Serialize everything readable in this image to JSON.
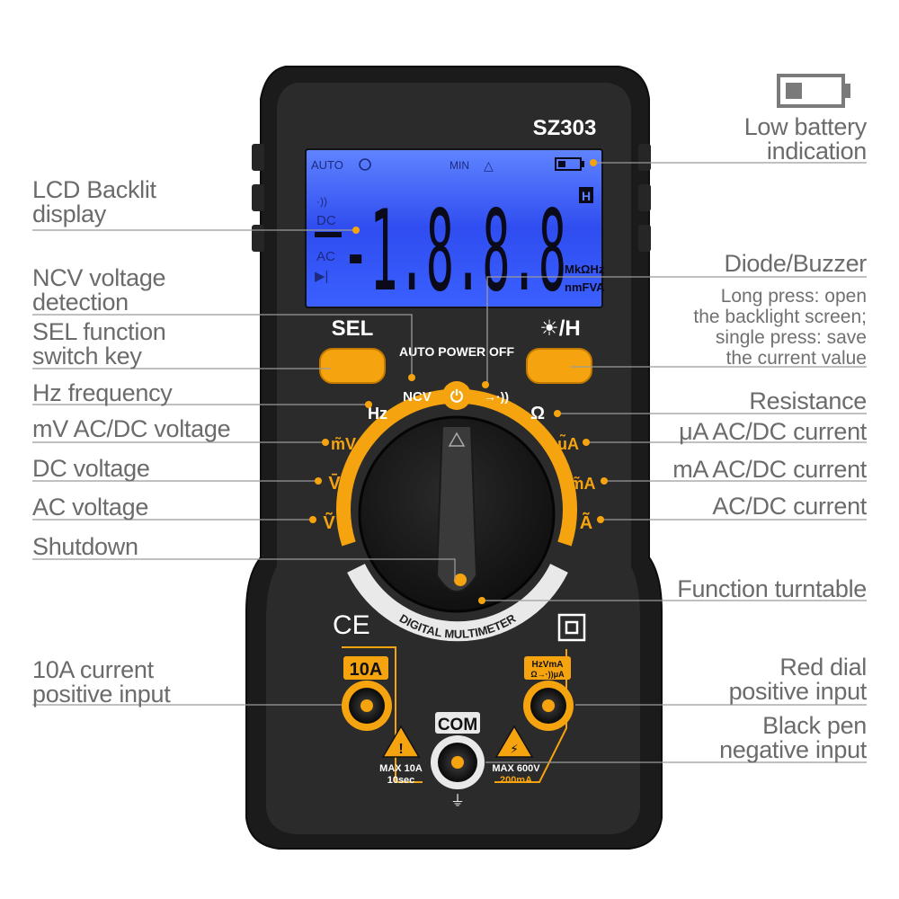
{
  "model": "SZ303",
  "lcd": {
    "auto": "AUTO",
    "min": "MIN",
    "delta": "△",
    "digits": "-1.8.8.8",
    "hold": "H",
    "buzzer": "·))",
    "dc": "DC",
    "ac": "AC",
    "units_top": "MkΩHz",
    "units_bottom": "nmFVA"
  },
  "panel": {
    "sel": "SEL",
    "backlight_hold": "☀/H",
    "auto_power_off": "AUTO POWER OFF",
    "ring_text": "DIGITAL MULTIMETER",
    "ce": "CE",
    "com": "COM",
    "jack_10a": "10A",
    "jack_right_line1": "HzVmA",
    "jack_right_line2": "Ω→·))μA",
    "max10a_line1": "MAX 10A",
    "max10a_line2": "10sec",
    "max600v_line1": "MAX 600V",
    "max600v_line2": "200mA"
  },
  "dial": {
    "ncv": "NCV",
    "hz": "Hz",
    "mv": "m̃V",
    "dcv": "V̄",
    "acv": "Ṽ",
    "diode": "→·))",
    "ohm": "Ω",
    "ua": "μ̃A",
    "ma": "m̃A",
    "a": "Ã"
  },
  "labels": {
    "low_battery": [
      "Low battery",
      "indication"
    ],
    "lcd_backlit": [
      "LCD Backlit",
      "display"
    ],
    "diode_buzzer": [
      "Diode/Buzzer"
    ],
    "ncv": [
      "NCV voltage",
      "detection"
    ],
    "backlight_note": [
      "Long press: open",
      "the backlight screen;",
      "single press: save",
      "the current value"
    ],
    "sel": [
      "SEL function",
      "switch key"
    ],
    "hz": [
      "Hz frequency"
    ],
    "resistance": [
      "Resistance"
    ],
    "mv": [
      "mV AC/DC voltage"
    ],
    "ua": [
      "μA AC/DC current"
    ],
    "dcv": [
      "DC voltage"
    ],
    "ma": [
      "mA AC/DC current"
    ],
    "acv": [
      "AC voltage"
    ],
    "acdc": [
      "AC/DC current"
    ],
    "shutdown": [
      "Shutdown"
    ],
    "turntable": [
      "Function turntable"
    ],
    "a10": [
      "10A current",
      "positive input"
    ],
    "red_dial": [
      "Red dial",
      "positive input"
    ],
    "black_pen": [
      "Black pen",
      "negative input"
    ]
  },
  "colors": {
    "body": "#2a2a2a",
    "rubber": "#1c1c1c",
    "accent": "#f5a40f",
    "lcd": "#2f4df0",
    "lcd_ink": "#0a0a1a",
    "label_text": "#6b6b6b",
    "leader_line": "#9a9a9a"
  }
}
